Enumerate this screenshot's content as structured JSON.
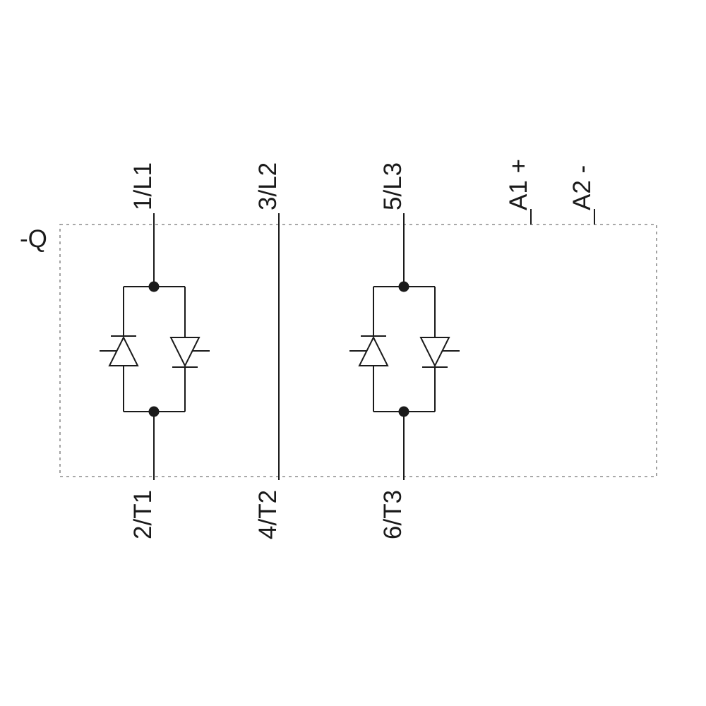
{
  "designator": "-Q",
  "terminals": {
    "line": [
      "1/L1",
      "3/L2",
      "5/L3"
    ],
    "load": [
      "2/T1",
      "4/T2",
      "6/T3"
    ],
    "control": [
      "A1 +",
      "A2 -"
    ]
  },
  "colors": {
    "stroke": "#1a1a1a",
    "enclosure_dashed": "#8c8c8c",
    "background": "#ffffff"
  }
}
